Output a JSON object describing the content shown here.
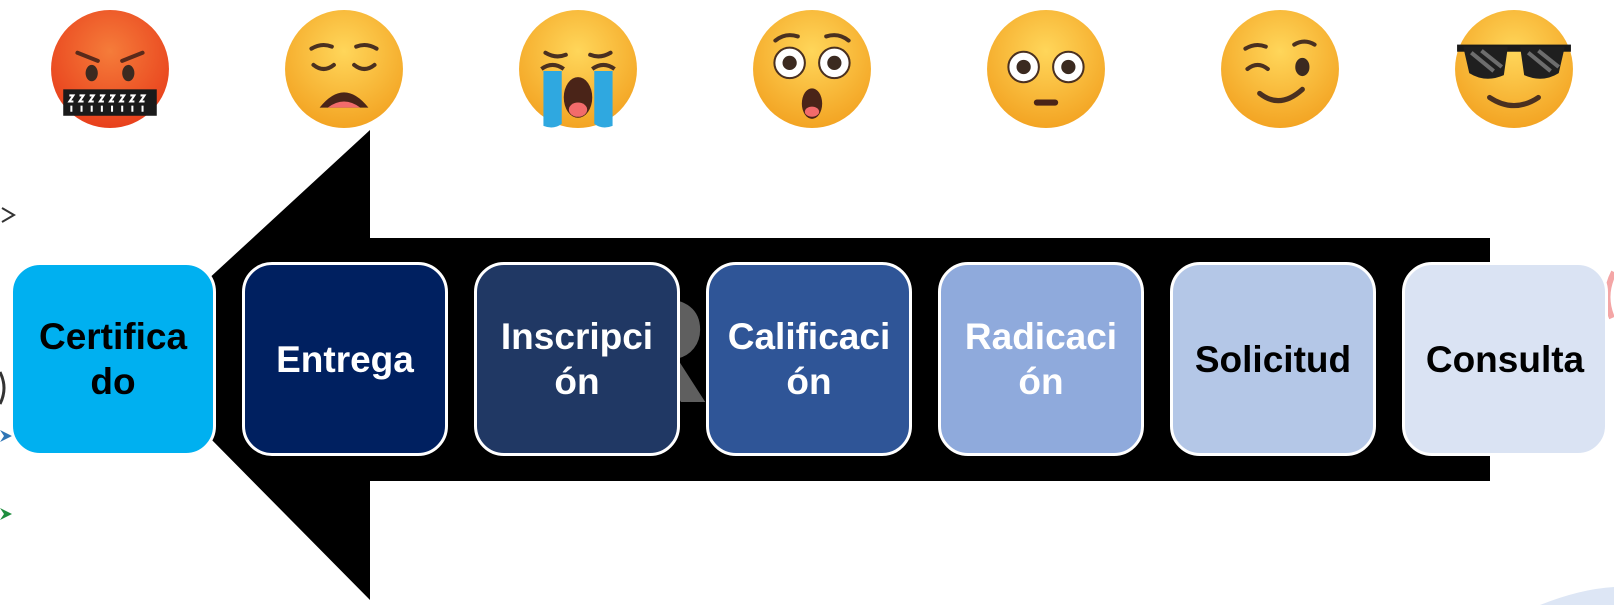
{
  "diagram": {
    "watermark_text": "RO",
    "steps": [
      {
        "label": "Certifica\ndo",
        "fill": "#00B0F0",
        "text_color": "#000000"
      },
      {
        "label": "Entrega",
        "fill": "#002060",
        "text_color": "#FFFFFF"
      },
      {
        "label": "Inscripci\nón",
        "fill": "#203864",
        "text_color": "#FFFFFF"
      },
      {
        "label": "Calificaci\nón",
        "fill": "#2F5597",
        "text_color": "#FFFFFF"
      },
      {
        "label": "Radicaci\nón",
        "fill": "#8FAADC",
        "text_color": "#FFFFFF"
      },
      {
        "label": "Solicitud",
        "fill": "#B4C7E7",
        "text_color": "#000000"
      },
      {
        "label": "Consulta",
        "fill": "#DAE3F3",
        "text_color": "#000000"
      }
    ],
    "emojis": [
      {
        "name": "angry-censored-face-icon"
      },
      {
        "name": "weary-face-icon"
      },
      {
        "name": "loudly-crying-face-icon"
      },
      {
        "name": "astonished-face-icon"
      },
      {
        "name": "flushed-face-icon"
      },
      {
        "name": "winking-face-icon"
      },
      {
        "name": "sunglasses-face-icon"
      }
    ],
    "colors": {
      "arrow": "#000000",
      "face_yellow": "#F6B426",
      "face_red": "#F04E23"
    }
  }
}
